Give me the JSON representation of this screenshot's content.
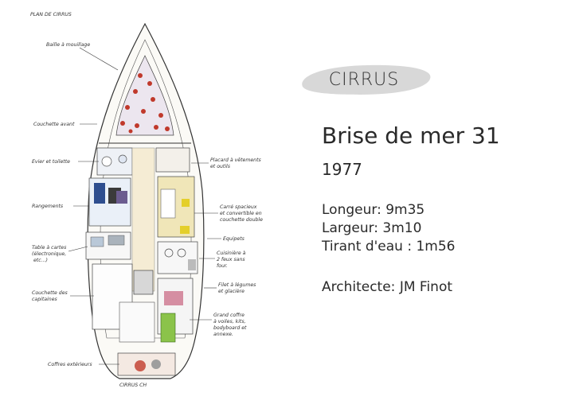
{
  "plan": {
    "title": "PLAN DE CIRRUS",
    "labels": {
      "baille": "Baille à mouillage",
      "couchette_avant": "Couchette avant",
      "evier": "Evier et toilette",
      "rangements": "Rangements",
      "table1": "Table à cartes",
      "table2": "(électronique,",
      "table3": "etc...)",
      "couchette_cap1": "Couchette des",
      "couchette_cap2": "capitaines",
      "coffres": "Coffres extérieurs",
      "placard1": "Placard à vêtements",
      "placard2": "et outils",
      "carre1": "Carré spacieux",
      "carre2": "et convertible en",
      "carre3": "couchette double",
      "equipets": "Equipets",
      "cuisiniere1": "Cuisinière à",
      "cuisiniere2": "2 feux sans",
      "cuisiniere3": "four.",
      "filet1": "Filet à légumes",
      "filet2": "et glacière",
      "grand1": "Grand coffre",
      "grand2": "à voiles, kits,",
      "grand3": "bodyboard et",
      "grand4": "annexe.",
      "signature": "CIRRUS CH"
    }
  },
  "badge": {
    "name": "CIRRUS",
    "color": "#d8d8d8"
  },
  "boat": {
    "model": "Brise de mer 31",
    "year": "1977",
    "specs": [
      "Longeur: 9m35",
      "Largeur: 3m10",
      "Tirant d'eau : 1m56"
    ],
    "architect": "Architecte: JM Finot"
  }
}
